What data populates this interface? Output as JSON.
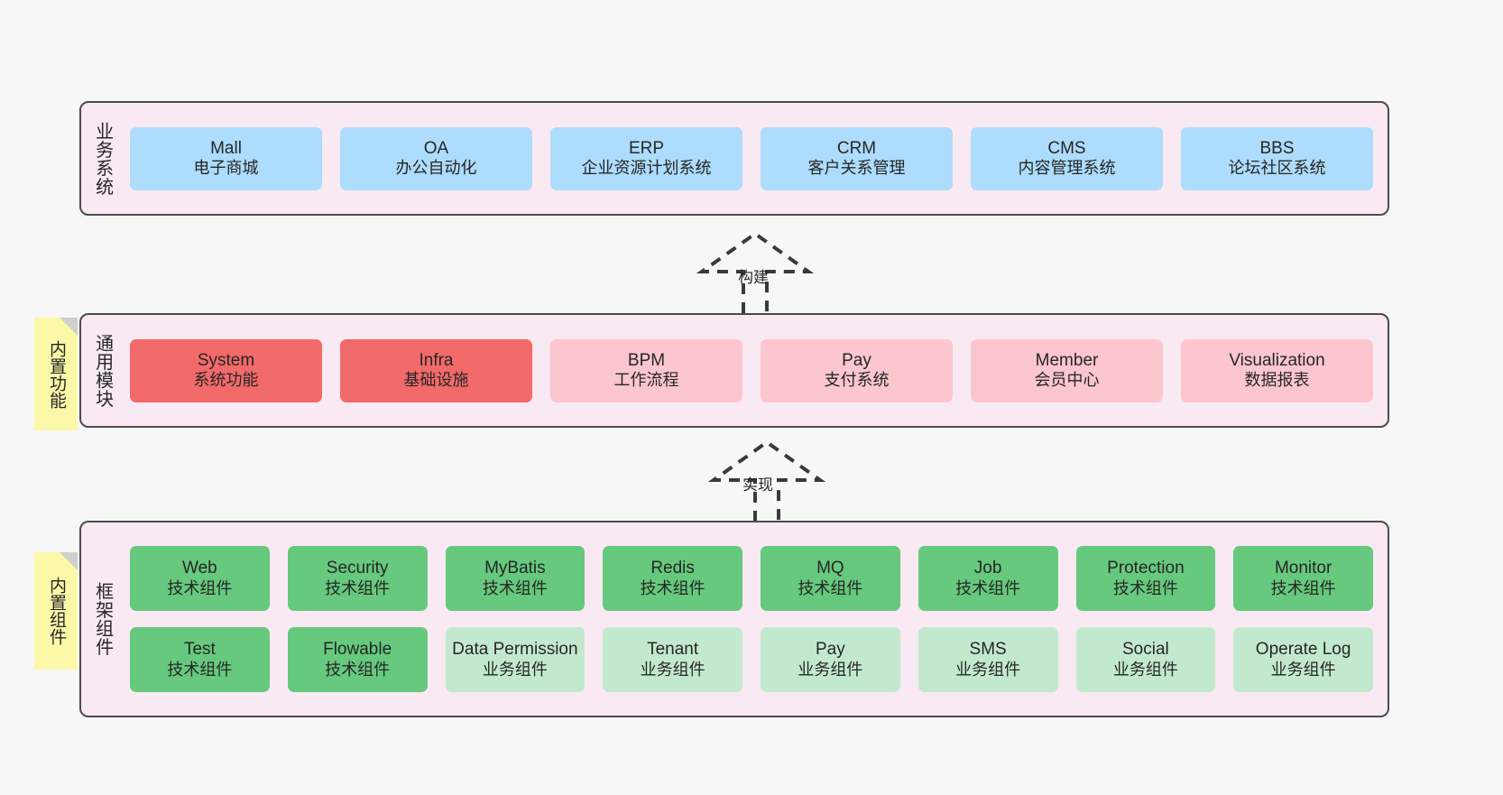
{
  "colors": {
    "page_background": "#f7f7f7",
    "layer_background": "#f9e9f2",
    "layer_border": "#4b4b4b",
    "business_node": "#addcfc",
    "common_core_node": "#f26a6a",
    "common_node": "#fbc6ce",
    "framework_tech_node": "#66c97e",
    "framework_biz_node": "#c2e9ce",
    "sticky_note": "#fbf8a8",
    "sticky_fold": "#cfcfcf",
    "text": "#262626"
  },
  "layers": {
    "business": {
      "title": "业务系统",
      "nodes": [
        {
          "en": "Mall",
          "cn": "电子商城"
        },
        {
          "en": "OA",
          "cn": "办公自动化"
        },
        {
          "en": "ERP",
          "cn": "企业资源计划系统"
        },
        {
          "en": "CRM",
          "cn": "客户关系管理"
        },
        {
          "en": "CMS",
          "cn": "内容管理系统"
        },
        {
          "en": "BBS",
          "cn": "论坛社区系统"
        }
      ]
    },
    "common": {
      "title": "通用模块",
      "sticky": "内置功能",
      "nodes": [
        {
          "en": "System",
          "cn": "系统功能",
          "style": "red"
        },
        {
          "en": "Infra",
          "cn": "基础设施",
          "style": "red"
        },
        {
          "en": "BPM",
          "cn": "工作流程",
          "style": "pink"
        },
        {
          "en": "Pay",
          "cn": "支付系统",
          "style": "pink"
        },
        {
          "en": "Member",
          "cn": "会员中心",
          "style": "pink"
        },
        {
          "en": "Visualization",
          "cn": "数据报表",
          "style": "pink"
        }
      ]
    },
    "framework": {
      "title": "框架组件",
      "sticky": "内置组件",
      "row1": [
        {
          "en": "Web",
          "cn": "技术组件",
          "style": "green"
        },
        {
          "en": "Security",
          "cn": "技术组件",
          "style": "green"
        },
        {
          "en": "MyBatis",
          "cn": "技术组件",
          "style": "green"
        },
        {
          "en": "Redis",
          "cn": "技术组件",
          "style": "green"
        },
        {
          "en": "MQ",
          "cn": "技术组件",
          "style": "green"
        },
        {
          "en": "Job",
          "cn": "技术组件",
          "style": "green"
        },
        {
          "en": "Protection",
          "cn": "技术组件",
          "style": "green"
        },
        {
          "en": "Monitor",
          "cn": "技术组件",
          "style": "green"
        }
      ],
      "row2": [
        {
          "en": "Test",
          "cn": "技术组件",
          "style": "green"
        },
        {
          "en": "Flowable",
          "cn": "技术组件",
          "style": "green"
        },
        {
          "en": "Data Permission",
          "cn": "业务组件",
          "style": "lgreen"
        },
        {
          "en": "Tenant",
          "cn": "业务组件",
          "style": "lgreen"
        },
        {
          "en": "Pay",
          "cn": "业务组件",
          "style": "lgreen"
        },
        {
          "en": "SMS",
          "cn": "业务组件",
          "style": "lgreen"
        },
        {
          "en": "Social",
          "cn": "业务组件",
          "style": "lgreen"
        },
        {
          "en": "Operate Log",
          "cn": "业务组件",
          "style": "lgreen"
        }
      ]
    }
  },
  "arrows": [
    {
      "label": "构建",
      "direction": "up",
      "from": "通用模块",
      "to": "业务系统"
    },
    {
      "label": "实现",
      "direction": "up",
      "from": "框架组件",
      "to": "通用模块"
    }
  ]
}
